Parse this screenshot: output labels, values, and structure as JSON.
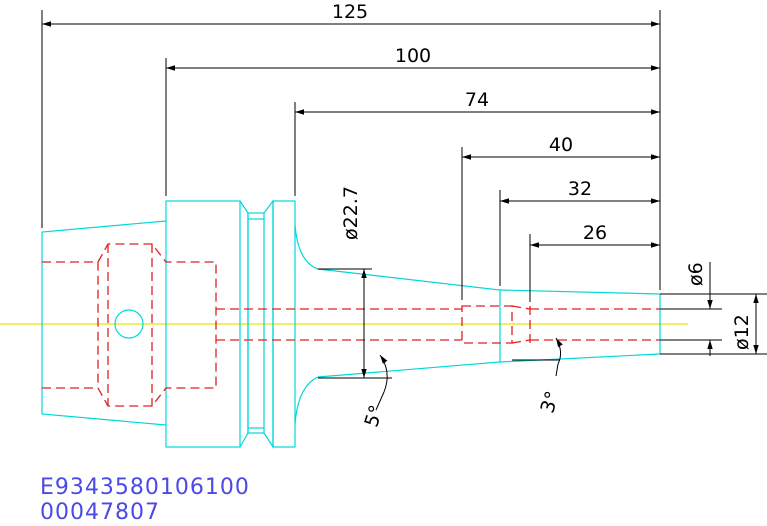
{
  "dimensions": {
    "overall_length": "125",
    "to_flange": "100",
    "to_neck": "74",
    "to_bore_start": "40",
    "to_step": "32",
    "to_bore_step": "26",
    "neck_diameter": "ø22.7",
    "bore_diameter": "ø6",
    "nose_diameter": "ø12",
    "taper_angle_large": "5°",
    "taper_angle_small": "3°"
  },
  "part_codes": {
    "line1": "E9343580106100",
    "line2": "00047807"
  },
  "colors": {
    "outline": "#00d8d8",
    "hidden": "#e02020",
    "dimension": "#000000",
    "centerline": "#e8e800",
    "code_text": "#4a4ae6"
  }
}
